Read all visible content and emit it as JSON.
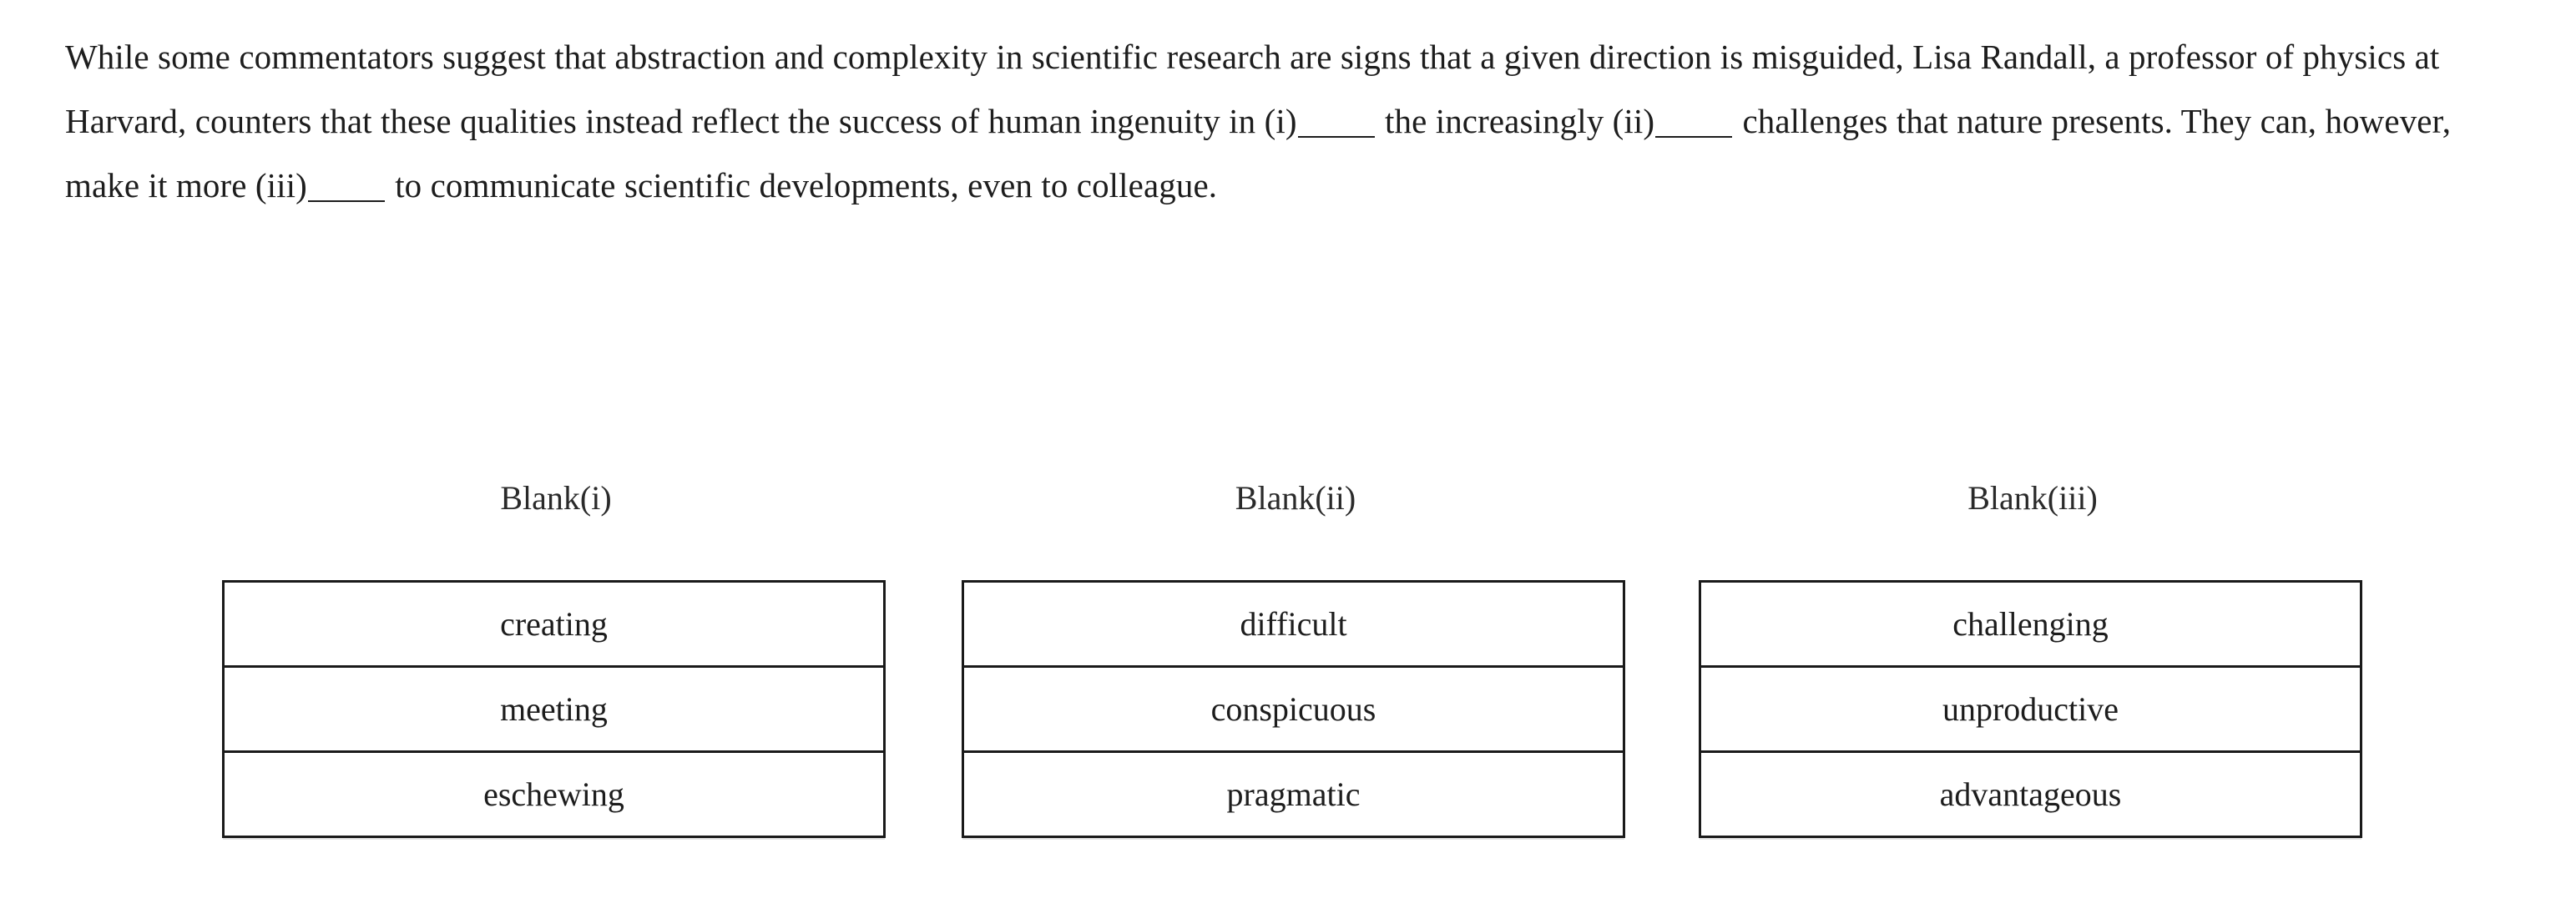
{
  "passage": {
    "segment_1": "While some commentators suggest that abstraction and complexity in scientific research are signs that a given direction is misguided, Lisa Randall, a professor of physics at Harvard, counters that these qualities instead reflect the success of human ingenuity in (i)",
    "segment_2": " the increasingly (ii)",
    "segment_3": " challenges that nature presents. They can, however, make it more (iii)",
    "segment_4": " to communicate scientific developments, even to colleague."
  },
  "columns": [
    {
      "header": "Blank(i)",
      "options": [
        "creating",
        "meeting",
        "eschewing"
      ]
    },
    {
      "header": "Blank(ii)",
      "options": [
        "difficult",
        "conspicuous",
        "pragmatic"
      ]
    },
    {
      "header": "Blank(iii)",
      "options": [
        "challenging",
        "unproductive",
        "advantageous"
      ]
    }
  ],
  "colors": {
    "text": "#1d1d1d",
    "border": "#1a1a1a",
    "background": "#ffffff"
  }
}
